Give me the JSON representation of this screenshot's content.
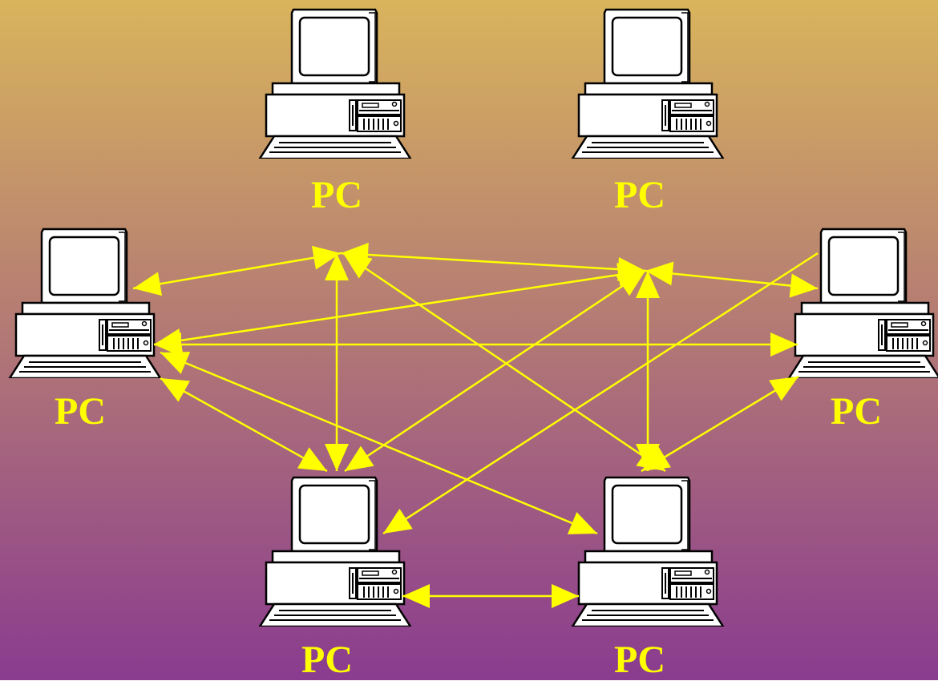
{
  "colors": {
    "background_top": "#d9b45c",
    "background_bottom": "#8a3b8f",
    "link": "#ffff00",
    "label": "#ffff00",
    "computer_fill": "#ffffff",
    "computer_outline": "#000000"
  },
  "nodes": [
    {
      "id": "pc-top-left",
      "label": "PC"
    },
    {
      "id": "pc-top-right",
      "label": "PC"
    },
    {
      "id": "pc-mid-left",
      "label": "PC"
    },
    {
      "id": "pc-mid-right",
      "label": "PC"
    },
    {
      "id": "pc-bottom-left",
      "label": "PC"
    },
    {
      "id": "pc-bottom-right",
      "label": "PC"
    }
  ],
  "links": [
    {
      "from": "pc-top-left",
      "to": "pc-mid-left"
    },
    {
      "from": "pc-top-left",
      "to": "pc-top-right"
    },
    {
      "from": "pc-top-left",
      "to": "pc-bottom-left"
    },
    {
      "from": "pc-top-left",
      "to": "pc-bottom-right"
    },
    {
      "from": "pc-top-right",
      "to": "pc-mid-left"
    },
    {
      "from": "pc-top-right",
      "to": "pc-mid-right"
    },
    {
      "from": "pc-top-right",
      "to": "pc-bottom-left"
    },
    {
      "from": "pc-top-right",
      "to": "pc-bottom-right"
    },
    {
      "from": "pc-mid-left",
      "to": "pc-mid-right"
    },
    {
      "from": "pc-mid-left",
      "to": "pc-bottom-left"
    },
    {
      "from": "pc-mid-left",
      "to": "pc-bottom-right"
    },
    {
      "from": "pc-mid-right",
      "to": "pc-bottom-left"
    },
    {
      "from": "pc-mid-right",
      "to": "pc-bottom-right"
    },
    {
      "from": "pc-bottom-left",
      "to": "pc-bottom-right"
    }
  ]
}
